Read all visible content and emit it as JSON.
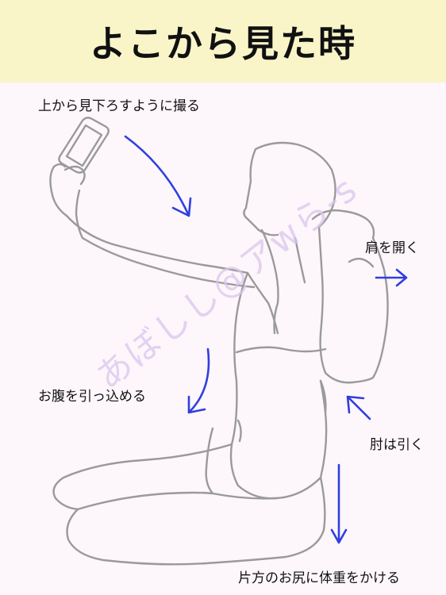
{
  "title": "よこから見た時",
  "labels": {
    "shoot_from_above": "上から見下ろすように撮る",
    "open_shoulders": "肩を開く",
    "pull_in_belly": "お腹を引っ込める",
    "pull_elbow": "肘は引く",
    "weight_on_hip": "片方のお尻に体重をかける"
  },
  "watermark": "あぼしし@アwら-s",
  "colors": {
    "header_bg": "#f9f5c9",
    "page_bg": "#fdf6fb",
    "arrow": "#2f3fe0",
    "outline": "#9a9a9a",
    "watermark": "#d9c6ee"
  }
}
